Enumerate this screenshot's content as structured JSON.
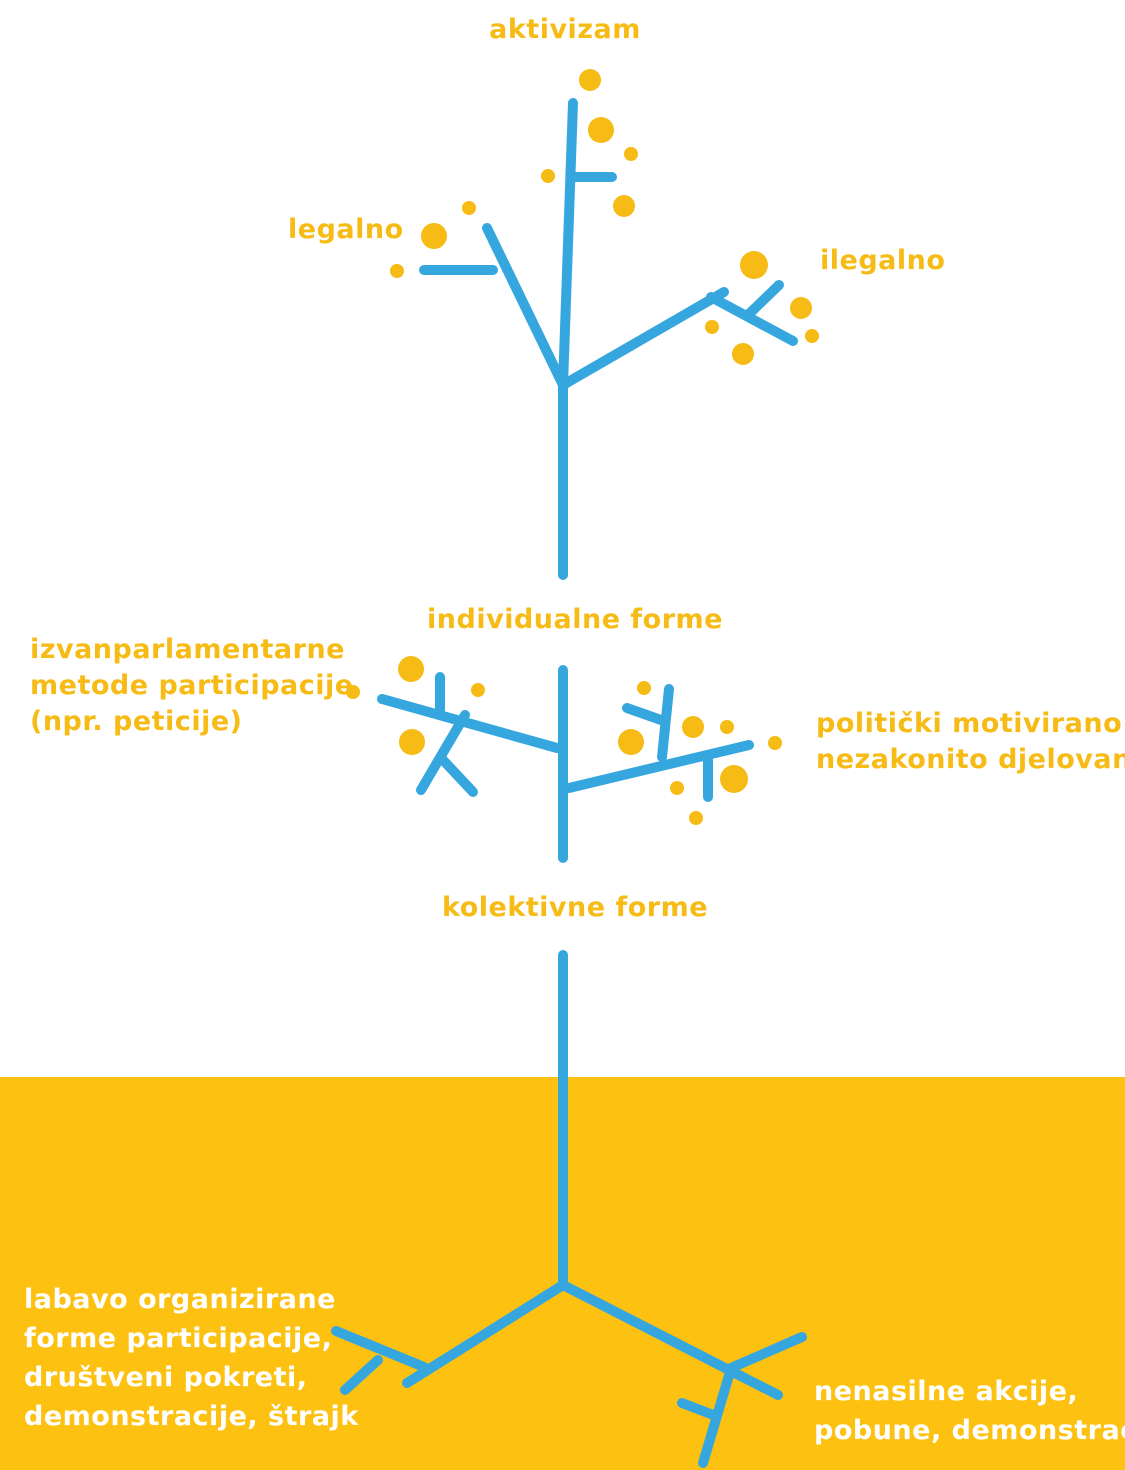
{
  "colors": {
    "branch": "#36A7DE",
    "accent": "#F7BB16",
    "ground": "#FDC112",
    "background": "#FFFFFF",
    "ground_text": "#FFFFFF"
  },
  "labels": {
    "activism": "aktivizam",
    "legal": "legalno",
    "illegal": "ilegalno",
    "individual_forms": "individualne forme",
    "extraparliamentary": [
      "izvanparlamentarne",
      "metode participacije",
      "(npr. peticije)"
    ],
    "politically_motivated": [
      "politički motivirano",
      "nezakonito djelovanje"
    ],
    "collective_forms": "kolektivne forme",
    "loosely_organized": [
      "labavo organizirane",
      "forme participacije,",
      "društveni pokreti,",
      "demonstracije, štrajk"
    ],
    "nonviolent": [
      "nenasilne akcije,",
      "pobune, demonstracije"
    ]
  }
}
